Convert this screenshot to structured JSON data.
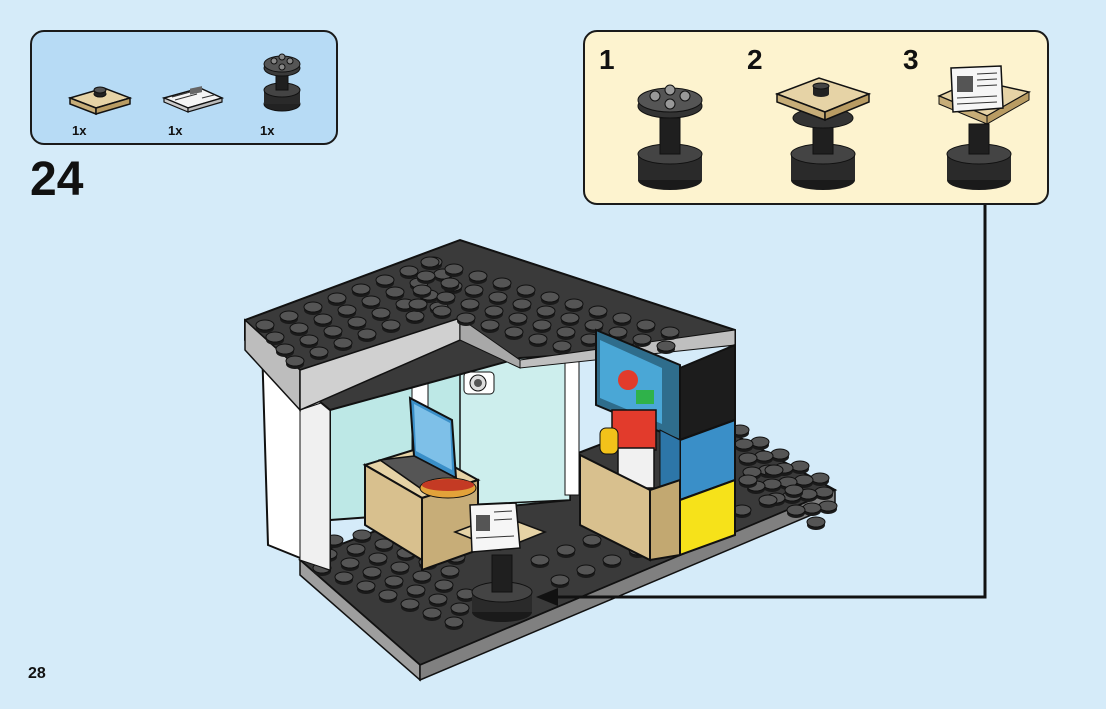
{
  "parts_list": {
    "items": [
      {
        "name": "tan-plate-1x1-with-stud",
        "qty": "1x"
      },
      {
        "name": "newspaper-tile",
        "qty": "1x"
      },
      {
        "name": "round-stand-black",
        "qty": "1x"
      }
    ]
  },
  "step": {
    "number": "24"
  },
  "substeps": [
    {
      "number": "1"
    },
    {
      "number": "2"
    },
    {
      "number": "3"
    }
  ],
  "page": {
    "number": "28"
  },
  "colors": {
    "background": "#d5ebf9",
    "parts_panel": "#b7dbf5",
    "substeps_panel": "#fdf3cf",
    "baseplate": "#3a3a3a",
    "tan": "#d8c08e",
    "blue": "#3a8fc8",
    "yellow": "#f6e21a"
  }
}
